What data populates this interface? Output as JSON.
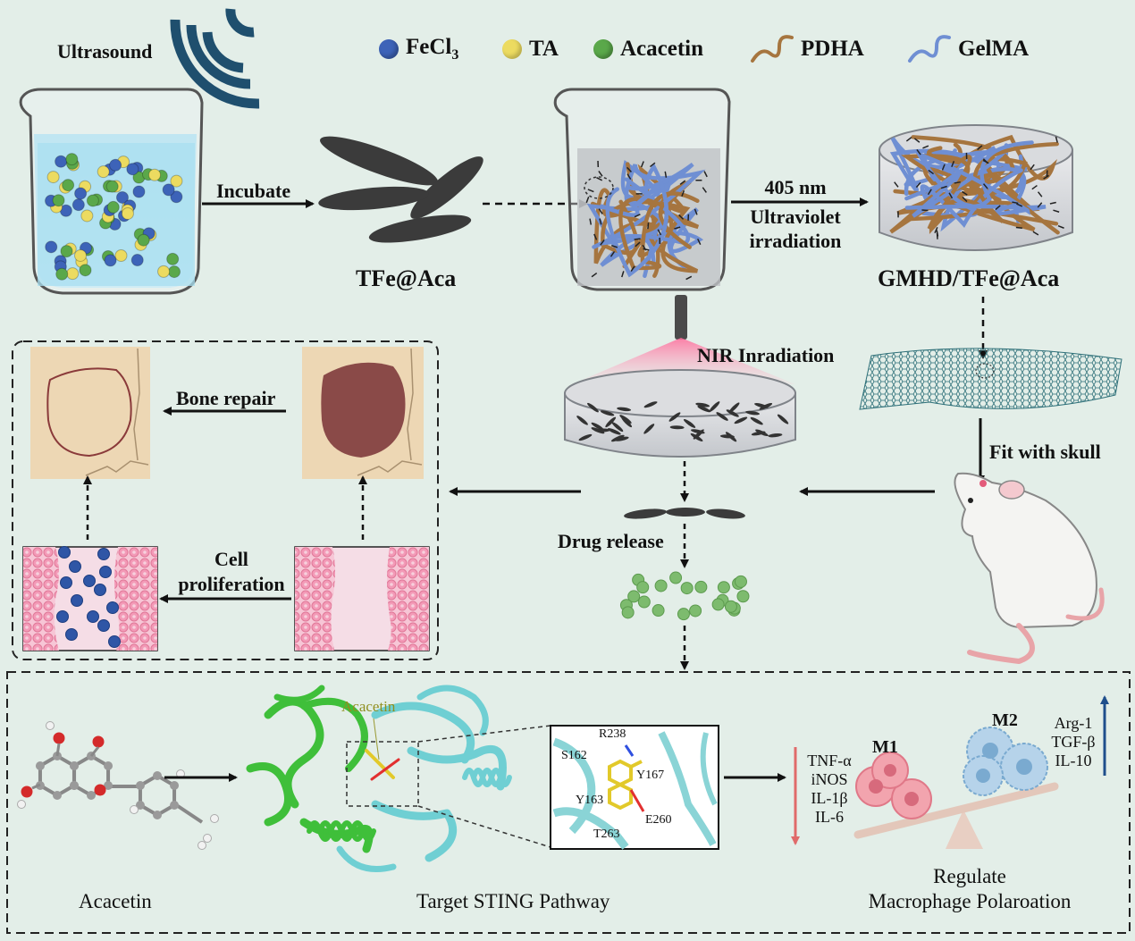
{
  "legend": {
    "fecl3": "FeCl",
    "fecl3_sub": "3",
    "ta": "TA",
    "acacetin": "Acacetin",
    "pdha": "PDHA",
    "gelma": "GelMA"
  },
  "colors": {
    "background": "#e3eee8",
    "fecl3": "#3d63b8",
    "ta": "#ecdb60",
    "acacetin": "#5aa84a",
    "pdha": "#a6753f",
    "gelma": "#6f8fd3",
    "ultrasound": "#1f4f6e",
    "tissue_pink": "#f0a8c0",
    "wound": "#8a4a48",
    "bone": "#edd7b4",
    "drug_green": "#7dbb6e",
    "down_arrow_red": "#e06a6a",
    "up_arrow_blue": "#1f4f8c"
  },
  "labels": {
    "ultrasound": "Ultrasound",
    "incubate": "Incubate",
    "tfe_aca": "TFe@Aca",
    "wavelength": "405 nm",
    "uv_line1": "Ultraviolet",
    "uv_line2": "irradiation",
    "gmhd": "GMHD/TFe@Aca",
    "nir": "NIR Inradiation",
    "fit_skull": "Fit with skull",
    "bone_repair": "Bone repair",
    "cell_line1": "Cell",
    "cell_line2": "proliferation",
    "drug_release": "Drug release"
  },
  "bottom": {
    "acacetin": "Acacetin",
    "acacetin_protein": "Acacetin",
    "target": "Target STING Pathway",
    "residues": [
      "R238",
      "S162",
      "Y167",
      "Y163",
      "E260",
      "T263"
    ],
    "m1": "M1",
    "m2": "M2",
    "m1_markers": [
      "TNF-α",
      "iNOS",
      "IL-1β",
      "IL-6"
    ],
    "m2_markers": [
      "Arg-1",
      "TGF-β",
      "IL-10"
    ],
    "regulate_line1": "Regulate",
    "regulate_line2": "Macrophage Polaroation"
  }
}
